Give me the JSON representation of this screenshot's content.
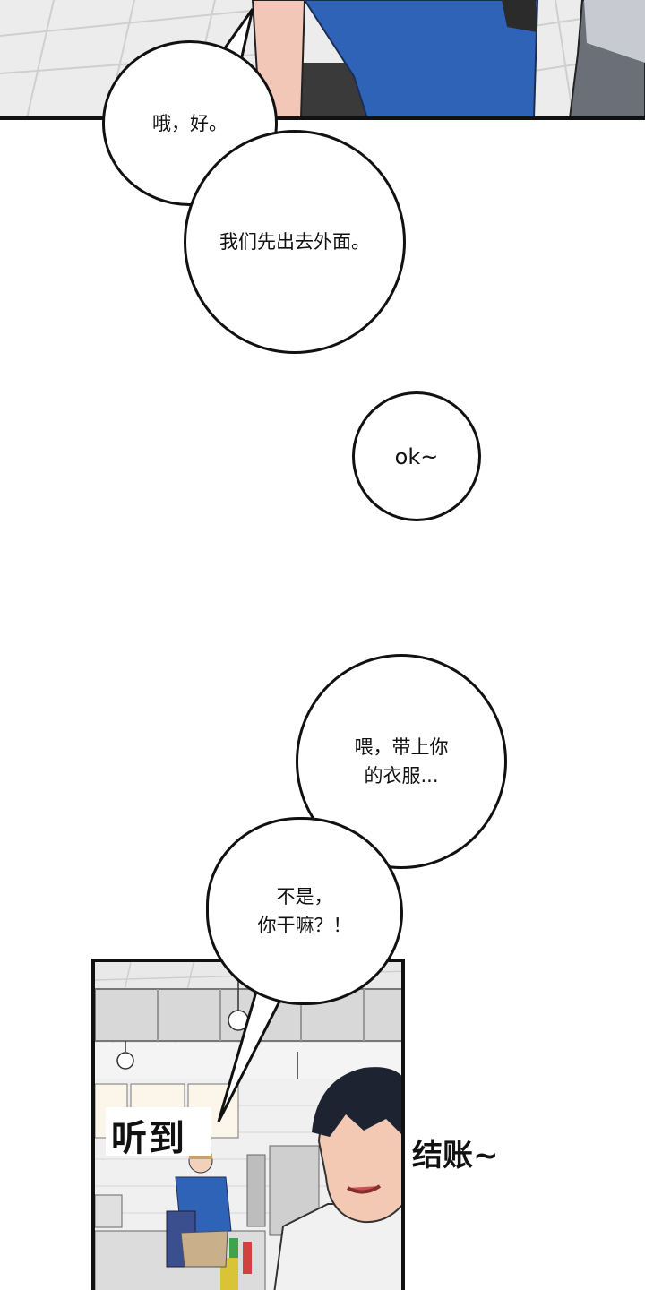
{
  "comic": {
    "bubbles": [
      {
        "id": "oh-ok",
        "text": "哦，好。"
      },
      {
        "id": "go-outside",
        "text": "我们先出去外面。"
      },
      {
        "id": "ok",
        "text": "ok~"
      },
      {
        "id": "take-clothes",
        "text": "喂，带上你\n的衣服..."
      },
      {
        "id": "what-doing",
        "text": "不是，\n你干嘛？！"
      }
    ],
    "sfx": {
      "heard": "听到",
      "checkout": "结账~"
    }
  },
  "colors": {
    "ink": "#111111",
    "paper": "#ffffff",
    "shirt_blue": "#2f63b8",
    "floor_tile": "#ececec"
  }
}
